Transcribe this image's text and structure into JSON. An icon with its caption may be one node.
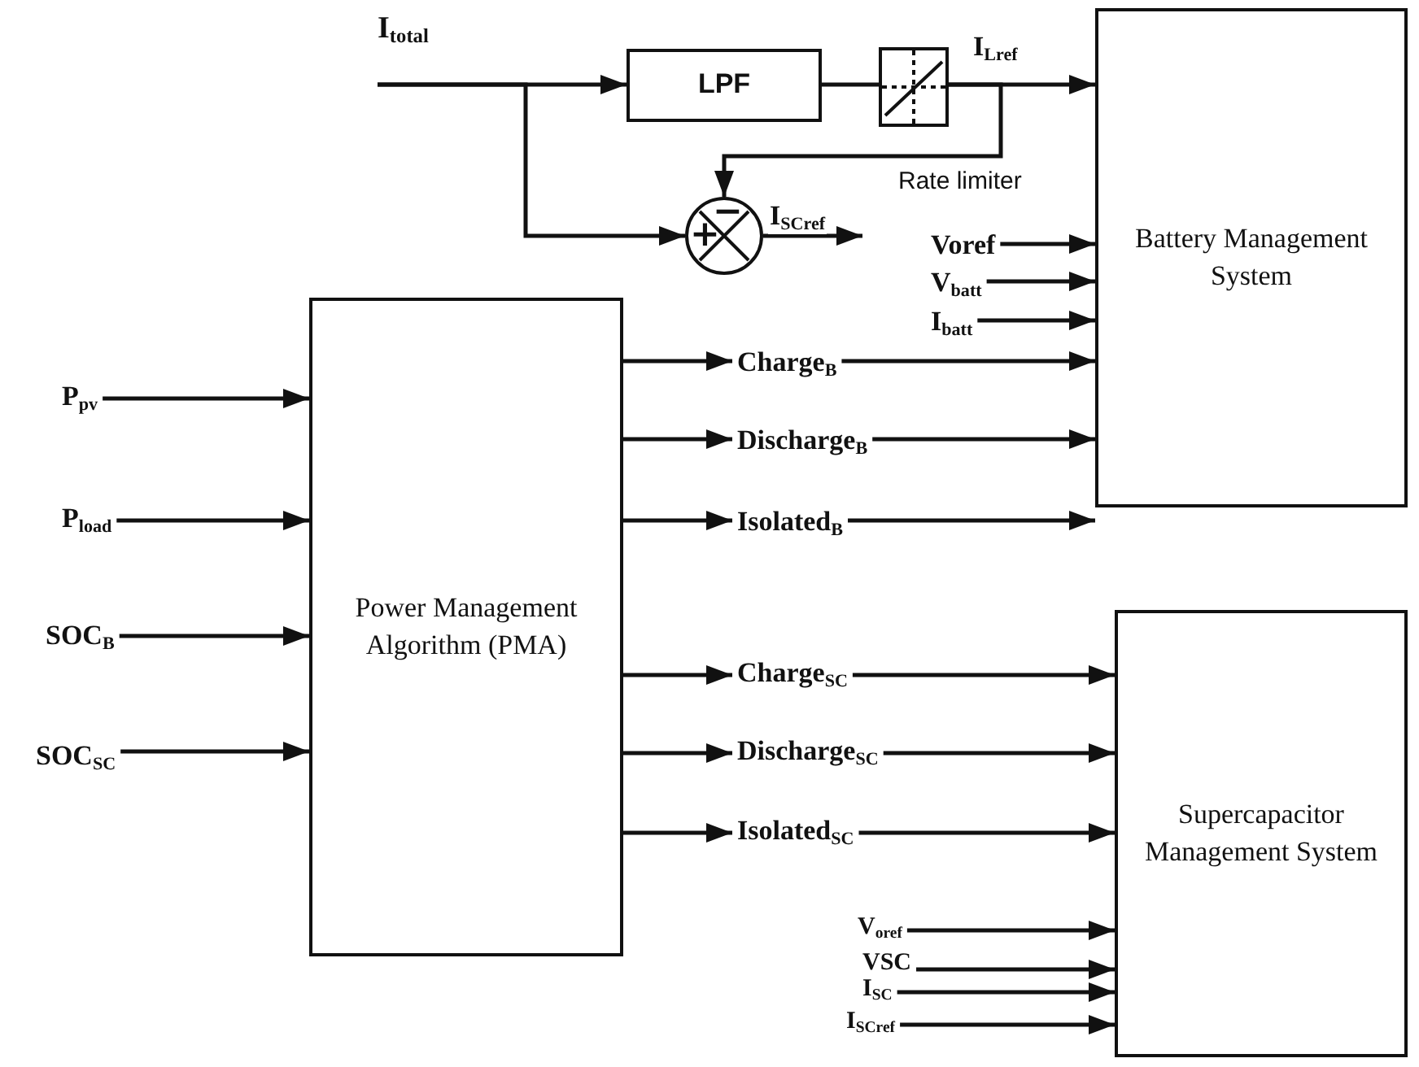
{
  "diagram": {
    "nodes": [
      {
        "text": [
          "I$_{total}$"
        ]
      },
      {
        "text": [
          "LPF"
        ]
      },
      {
        "text": [],
        "shape": "box",
        "beside": [
          "Rate limiter"
        ]
      },
      {
        "text": [
          "Battery Management System"
        ]
      },
      {
        "text": [
          "−",
          "+"
        ]
      },
      {
        "text": [
          "Voref"
        ]
      },
      {
        "text": [
          "V$_{batt}$"
        ]
      },
      {
        "text": [
          "I$_{batt}$"
        ]
      },
      {
        "text": [
          "Power Management Algorithm (PMA)"
        ]
      },
      {
        "text": [
          "P$_{pv}$"
        ]
      },
      {
        "text": [
          "P$_{load}$"
        ]
      },
      {
        "text": [
          "SOC$_{B}$"
        ]
      },
      {
        "text": [
          "SOC$_{SC}$"
        ]
      },
      {
        "text": [
          "Charge$_{B}$"
        ]
      },
      {
        "text": [
          "Discharge$_{B}$"
        ]
      },
      {
        "text": [
          "Isolated$_{B}$"
        ]
      },
      {
        "text": [
          "Supercapacitor Management System"
        ]
      },
      {
        "text": [
          "Charge$_{SC}$"
        ]
      },
      {
        "text": [
          "Discharge$_{SC}$"
        ]
      },
      {
        "text": [
          "Isolated$_{SC}$"
        ]
      },
      {
        "text": [
          "V$_{oref}$"
        ]
      },
      {
        "text": [
          "VSC"
        ]
      },
      {
        "text": [
          "I$_{SC}$"
        ]
      },
      {
        "text": [
          "I$_{SCref}$"
        ]
      }
    ],
    "edges": [
      {
        "from": 0,
        "to": 1,
        "arrow": "to"
      },
      {
        "from": 0,
        "to": 4,
        "arrow": "to"
      },
      {
        "from": 1,
        "to": 2,
        "arrow": "none"
      },
      {
        "from": 2,
        "to": 3,
        "arrow": "to",
        "label": "I$_{Lref}$"
      },
      {
        "from": 2,
        "to": 4,
        "arrow": "to"
      },
      {
        "from": 4,
        "to": null,
        "arrow": "to",
        "label": "I$_{SCref}$"
      },
      {
        "from": 5,
        "to": 3,
        "arrow": "to"
      },
      {
        "from": 6,
        "to": 3,
        "arrow": "to"
      },
      {
        "from": 7,
        "to": 3,
        "arrow": "to"
      },
      {
        "from": 9,
        "to": 8,
        "arrow": "to"
      },
      {
        "from": 10,
        "to": 8,
        "arrow": "to"
      },
      {
        "from": 11,
        "to": 8,
        "arrow": "to"
      },
      {
        "from": 12,
        "to": 8,
        "arrow": "to"
      },
      {
        "from": 8,
        "to": 13,
        "arrow": "to"
      },
      {
        "from": 13,
        "to": 3,
        "arrow": "to"
      },
      {
        "from": 8,
        "to": 14,
        "arrow": "to"
      },
      {
        "from": 14,
        "to": 3,
        "arrow": "to"
      },
      {
        "from": 8,
        "to": 15,
        "arrow": "to"
      },
      {
        "from": 15,
        "to": 3,
        "arrow": "to"
      },
      {
        "from": 8,
        "to": 17,
        "arrow": "to"
      },
      {
        "from": 17,
        "to": 16,
        "arrow": "to"
      },
      {
        "from": 8,
        "to": 18,
        "arrow": "to"
      },
      {
        "from": 18,
        "to": 16,
        "arrow": "to"
      },
      {
        "from": 8,
        "to": 19,
        "arrow": "to"
      },
      {
        "from": 19,
        "to": 16,
        "arrow": "to"
      },
      {
        "from": 20,
        "to": 16,
        "arrow": "to"
      },
      {
        "from": 21,
        "to": 16,
        "arrow": "to"
      },
      {
        "from": 22,
        "to": 16,
        "arrow": "to"
      },
      {
        "from": 23,
        "to": 16,
        "arrow": "to"
      }
    ]
  }
}
